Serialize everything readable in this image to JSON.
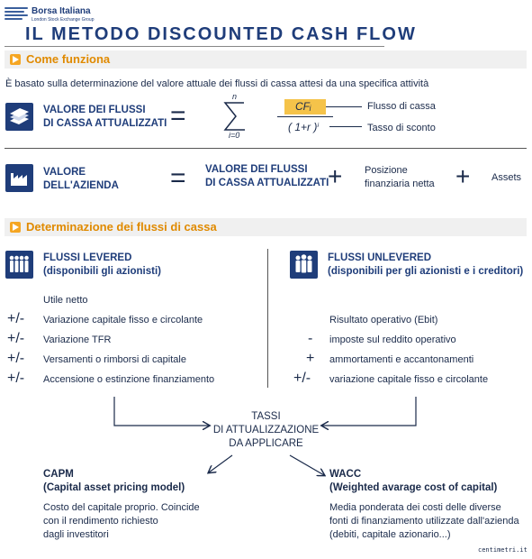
{
  "header": {
    "logo_name": "Borsa Italiana",
    "logo_tagline": "London Stock Exchange Group",
    "title": "IL METODO DISCOUNTED CASH FLOW"
  },
  "section1": {
    "label": "Come funziona",
    "intro": "È basato sulla determinazione del valore attuale dei flussi di cassa attesi da una specifica attività",
    "formula1": {
      "left_line1": "VALORE DEI FLUSSI",
      "left_line2": "DI CASSA ATTUALIZZATI",
      "equals": "=",
      "sum_upper": "n",
      "sum_lower": "i=0",
      "numerator": "CFᵢ",
      "denominator": "( 1+r )ⁱ",
      "label_numerator": "Flusso di cassa",
      "label_denominator": "Tasso di sconto"
    },
    "formula2": {
      "left_line1": "VALORE",
      "left_line2": "DELL'AZIENDA",
      "equals": "=",
      "mid_line1": "VALORE DEI FLUSSI",
      "mid_line2": "DI CASSA ATTUALIZZATI",
      "plus1": "+",
      "pos_line1": "Posizione",
      "pos_line2": "finanziaria netta",
      "plus2": "+",
      "assets": "Assets"
    }
  },
  "section2": {
    "label": "Determinazione dei flussi di cassa",
    "levered": {
      "title": "FLUSSI LEVERED",
      "subtitle": "(disponibili gli azionisti)",
      "rows": [
        {
          "sign": "",
          "text": "Utile netto"
        },
        {
          "sign": "+/-",
          "text": "Variazione capitale fisso e circolante"
        },
        {
          "sign": "+/-",
          "text": "Variazione TFR"
        },
        {
          "sign": "+/-",
          "text": "Versamenti o rimborsi di capitale"
        },
        {
          "sign": "+/-",
          "text": "Accensione o estinzione finanziamento"
        }
      ]
    },
    "unlevered": {
      "title": "FLUSSI UNLEVERED",
      "subtitle": "(disponibili per gli azionisti e i creditori)",
      "rows": [
        {
          "sign": "",
          "text": "Risultato operativo (Ebit)"
        },
        {
          "sign": "-",
          "text": "imposte sul reddito operativo"
        },
        {
          "sign": "+",
          "text": "ammortamenti e accantonamenti"
        },
        {
          "sign": "+/-",
          "text": "variazione capitale fisso e circolante"
        }
      ]
    },
    "center": {
      "line1": "TASSI",
      "line2": "DI ATTUALIZZAZIONE",
      "line3": "DA APPLICARE"
    },
    "capm": {
      "title": "CAPM",
      "subtitle": "(Capital asset pricing model)",
      "desc1": "Costo del capitale proprio. Coincide",
      "desc2": "con il rendimento richiesto",
      "desc3": "dagli investitori"
    },
    "wacc": {
      "title": "WACC",
      "subtitle": "(Weighted avarage cost of capital)",
      "desc1": "Media ponderata dei costi delle diverse",
      "desc2": "fonti di finanziamento utilizzate dall'azienda",
      "desc3": "(debiti, capitale azionario...)"
    }
  },
  "footer": {
    "credit": "centimetri.it"
  },
  "colors": {
    "navy": "#1f3d7a",
    "orange": "#f5a623",
    "orange_text": "#e08a00",
    "bar": "#f0f0f0",
    "highlight": "#f5c34a"
  }
}
